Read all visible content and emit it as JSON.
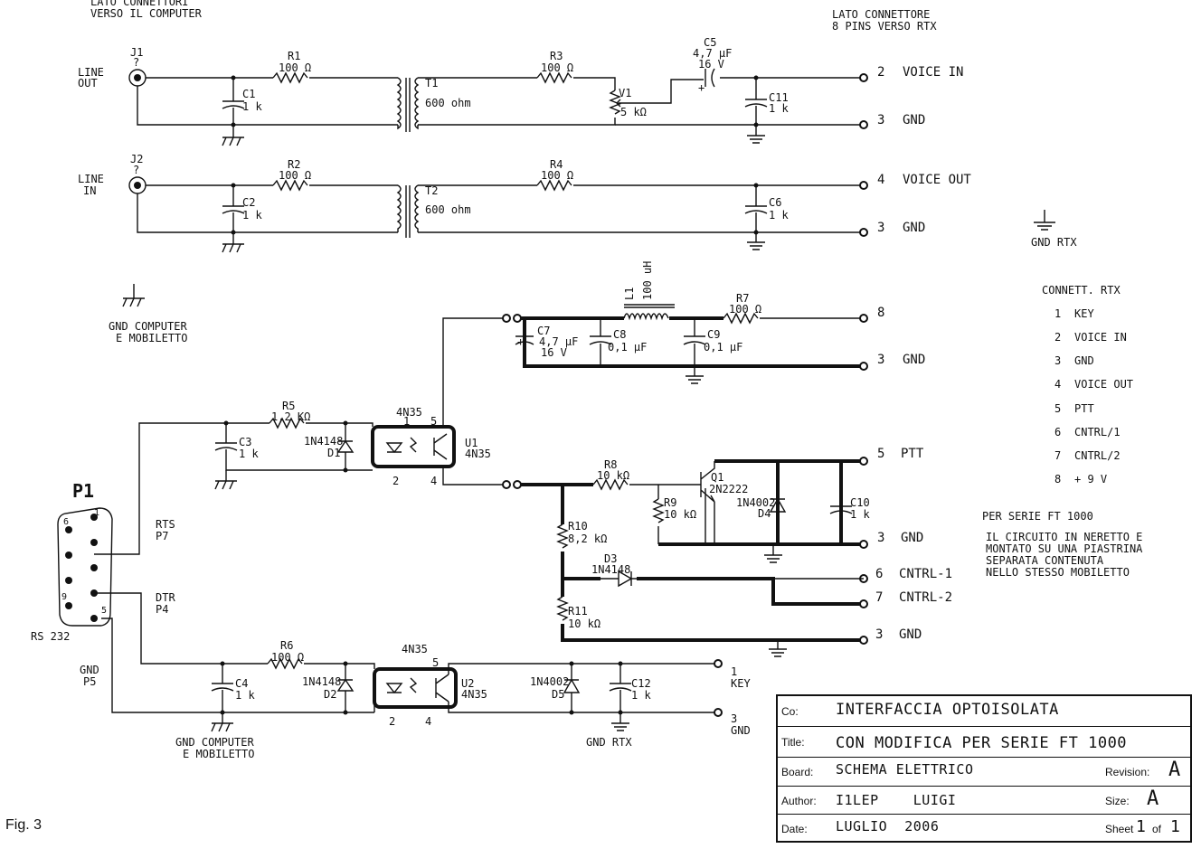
{
  "headers": {
    "left_line1": "LATO CONNETTORI",
    "left_line2": "VERSO IL COMPUTER",
    "right_line1": "LATO CONNETTORE",
    "right_line2": "8 PINS VERSO RTX"
  },
  "jacks": {
    "j1": {
      "ref": "J1",
      "q": "?",
      "label1": "LINE",
      "label2": "OUT"
    },
    "j2": {
      "ref": "J2",
      "q": "?",
      "label1": "LINE",
      "label2": "IN"
    }
  },
  "components": {
    "r1": {
      "ref": "R1",
      "value": "100 Ω"
    },
    "r2": {
      "ref": "R2",
      "value": "100 Ω"
    },
    "r3": {
      "ref": "R3",
      "value": "100 Ω"
    },
    "r4": {
      "ref": "R4",
      "value": "100 Ω"
    },
    "r5": {
      "ref": "R5",
      "value": "1,2 KΩ"
    },
    "r6": {
      "ref": "R6",
      "value": "100 Ω"
    },
    "r7": {
      "ref": "R7",
      "value": "100 Ω"
    },
    "r8": {
      "ref": "R8",
      "value": "10 kΩ"
    },
    "r9": {
      "ref": "R9",
      "value": "10 kΩ"
    },
    "r10": {
      "ref": "R10",
      "value": "8,2 kΩ"
    },
    "r11": {
      "ref": "R11",
      "value": "10 kΩ"
    },
    "v1": {
      "ref": "V1",
      "value": "5 kΩ"
    },
    "c1": {
      "ref": "C1",
      "value": "1 k"
    },
    "c2": {
      "ref": "C2",
      "value": "1 k"
    },
    "c3": {
      "ref": "C3",
      "value": "1 k"
    },
    "c4": {
      "ref": "C4",
      "value": "1 k"
    },
    "c5": {
      "ref": "C5",
      "value1": "4,7 μF",
      "value2": "16 V",
      "plus": "+"
    },
    "c6": {
      "ref": "C6",
      "value": "1 k"
    },
    "c7": {
      "ref": "C7",
      "value1": "4,7 μF",
      "value2": "16 V",
      "plus": "+"
    },
    "c8": {
      "ref": "C8",
      "value": "0,1 μF"
    },
    "c9": {
      "ref": "C9",
      "value": "0,1 μF"
    },
    "c10": {
      "ref": "C10",
      "value": "1 k"
    },
    "c11": {
      "ref": "C11",
      "value": "1 k"
    },
    "c12": {
      "ref": "C12",
      "value": "1 k"
    },
    "t1": {
      "ref": "T1",
      "value": "600 ohm"
    },
    "t2": {
      "ref": "T2",
      "value": "600 ohm"
    },
    "l1": {
      "ref": "L1",
      "value": "100 uH"
    },
    "d1": {
      "ref": "D1",
      "part": "1N4148"
    },
    "d2": {
      "ref": "D2",
      "part": "1N4148"
    },
    "d3": {
      "ref": "D3",
      "part": "1N4148"
    },
    "d4": {
      "ref": "D4",
      "part": "1N4002"
    },
    "d5": {
      "ref": "D5",
      "part": "1N4002"
    },
    "q1": {
      "ref": "Q1",
      "part": "2N2222"
    },
    "u1": {
      "ref": "U1",
      "part": "4N35",
      "top": "4N35",
      "p1": "1",
      "p5": "5",
      "p2": "2",
      "p4": "4"
    },
    "u2": {
      "ref": "U2",
      "part": "4N35",
      "top": "4N35",
      "p2": "2",
      "p4": "4",
      "p5": "5"
    }
  },
  "rtx_pins": [
    {
      "num": "2",
      "name": "VOICE IN"
    },
    {
      "num": "3",
      "name": "GND"
    },
    {
      "num": "4",
      "name": "VOICE OUT"
    },
    {
      "num": "3",
      "name": "GND"
    },
    {
      "num": "8",
      "name": ""
    },
    {
      "num": "3",
      "name": "GND"
    },
    {
      "num": "5",
      "name": "PTT"
    },
    {
      "num": "3",
      "name": "GND"
    },
    {
      "num": "6",
      "name": "CNTRL-1"
    },
    {
      "num": "7",
      "name": "CNTRL-2"
    },
    {
      "num": "3",
      "name": "GND"
    }
  ],
  "key_out": {
    "n1": "1",
    "l1": "KEY",
    "n2": "3",
    "l2": "GND"
  },
  "p1": {
    "ref": "P1",
    "type": "RS 232",
    "pin6": "6",
    "pin1": "1",
    "pin9": "9",
    "pin5": "5",
    "rts": "RTS",
    "rts_pin": "P7",
    "dtr": "DTR",
    "dtr_pin": "P4",
    "gnd": "GND",
    "gnd_pin": "P5"
  },
  "ground_labels": {
    "gnd_rtx_top": "GND RTX",
    "gnd_computer1": "GND COMPUTER",
    "gnd_computer2": "E MOBILETTO",
    "gnd_computer_b1": "GND  COMPUTER",
    "gnd_computer_b2": "E MOBILETTO",
    "gnd_rtx_bottom": "GND RTX"
  },
  "pinout": {
    "title": "CONNETT.  RTX",
    "items": [
      {
        "num": "1",
        "name": "KEY"
      },
      {
        "num": "2",
        "name": "VOICE IN"
      },
      {
        "num": "3",
        "name": "GND"
      },
      {
        "num": "4",
        "name": "VOICE OUT"
      },
      {
        "num": "5",
        "name": "PTT"
      },
      {
        "num": "6",
        "name": "CNTRL/1"
      },
      {
        "num": "7",
        "name": "CNTRL/2"
      },
      {
        "num": "8",
        "name": "+ 9  V"
      }
    ]
  },
  "note": {
    "title": "PER SERIE FT 1000",
    "line1": "IL CIRCUITO IN NERETTO E",
    "line2": "MONTATO SU UNA PIASTRINA",
    "line3": "SEPARATA     CONTENUTA",
    "line4": "NELLO STESSO MOBILETTO"
  },
  "title_block": {
    "co_label": "Co:",
    "co": "INTERFACCIA OPTOISOLATA",
    "title_label": "Title:",
    "title": "CON MODIFICA PER SERIE FT 1000",
    "board_label": "Board:",
    "board": "SCHEMA ELETTRICO",
    "revision_label": "Revision:",
    "revision": "A",
    "author_label": "Author:",
    "author": "I1LEP    LUIGI",
    "size_label": "Size:",
    "size": "A",
    "date_label": "Date:",
    "date": "LUGLIO  2006",
    "sheet_label": "Sheet",
    "sheet_num": "1",
    "of_label": "of",
    "sheet_total": "1"
  },
  "figure_label": "Fig. 3"
}
